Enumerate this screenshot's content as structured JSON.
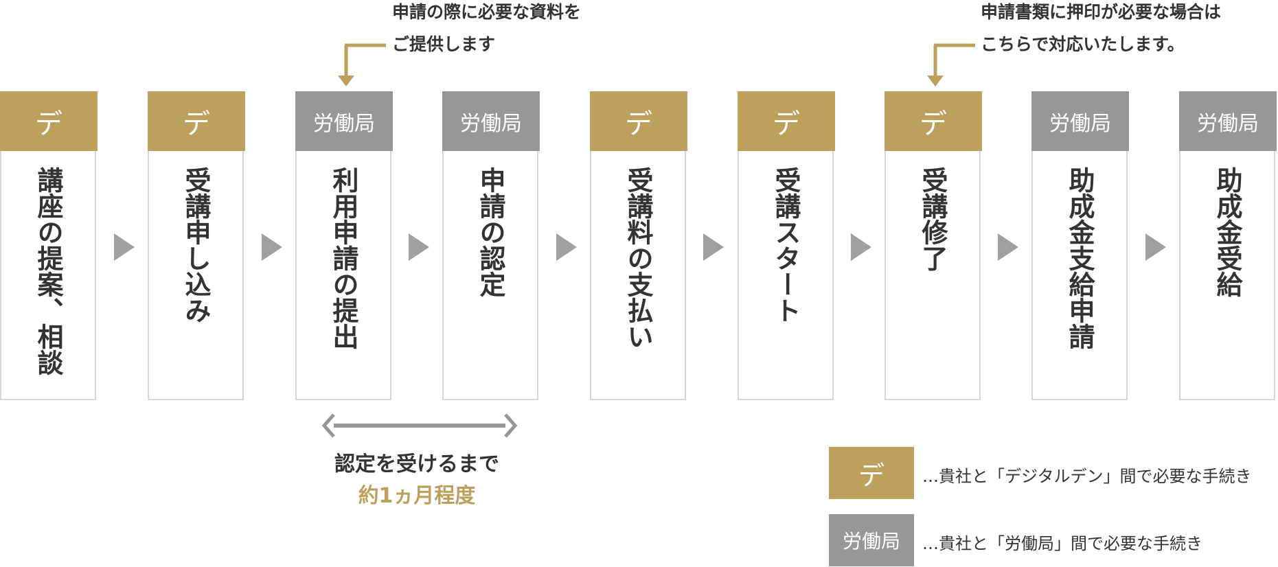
{
  "colors": {
    "gold": "#bda05c",
    "gray": "#979797",
    "arrow": "#a0a0a0",
    "border": "#d6d6d6",
    "text": "#333333"
  },
  "tags": {
    "de": "デ",
    "rodo": "労働局"
  },
  "steps": [
    {
      "tag": "デ",
      "type": "de",
      "label": "講座の提案、相談"
    },
    {
      "tag": "デ",
      "type": "de",
      "label": "受講申し込み"
    },
    {
      "tag": "労働局",
      "type": "rodo",
      "label": "利用申請の提出"
    },
    {
      "tag": "労働局",
      "type": "rodo",
      "label": "申請の認定"
    },
    {
      "tag": "デ",
      "type": "de",
      "label": "受講料の支払い"
    },
    {
      "tag": "デ",
      "type": "de",
      "label": "受講スタート"
    },
    {
      "tag": "デ",
      "type": "de",
      "label": "受講修了"
    },
    {
      "tag": "労働局",
      "type": "rodo",
      "label": "助成金支給申請"
    },
    {
      "tag": "労働局",
      "type": "rodo",
      "label": "助成金受給"
    }
  ],
  "notes": {
    "left": {
      "line1": "申請の際に必要な資料を",
      "line2": "ご提供します"
    },
    "right": {
      "line1": "申請書類に押印が必要な場合は",
      "line2": "こちらで対応いたします。"
    }
  },
  "span": {
    "line1": "認定を受けるまで",
    "line2": "約1ヵ月程度"
  },
  "legend": [
    {
      "tag": "デ",
      "type": "de",
      "text": "…貴社と「デジタルデン」間で必要な手続き"
    },
    {
      "tag": "労働局",
      "type": "rodo",
      "text": "…貴社と「労働局」間で必要な手続き"
    }
  ]
}
